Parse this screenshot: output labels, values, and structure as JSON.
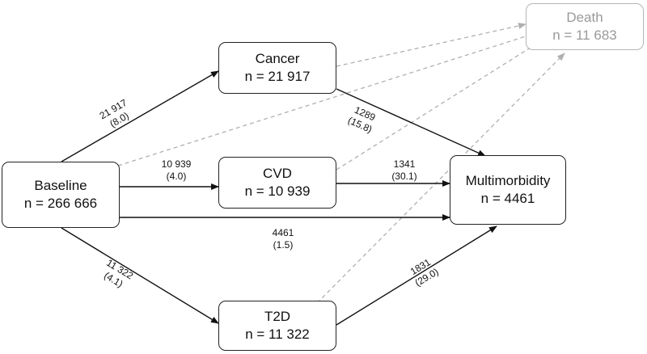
{
  "nodes": {
    "baseline": {
      "name": "Baseline",
      "count": "n = 266 666"
    },
    "cancer": {
      "name": "Cancer",
      "count": "n = 21 917"
    },
    "cvd": {
      "name": "CVD",
      "count": "n = 10 939"
    },
    "t2d": {
      "name": "T2D",
      "count": "n = 11 322"
    },
    "multimorbidity": {
      "name": "Multimorbidity",
      "count": "n = 4461"
    },
    "death": {
      "name": "Death",
      "count": "n = 11 683"
    }
  },
  "edges": {
    "baseline_cancer": {
      "n": "21 917",
      "pct": "(8.0)"
    },
    "baseline_cvd": {
      "n": "10 939",
      "pct": "(4.0)"
    },
    "baseline_multimorbidity": {
      "n": "4461",
      "pct": "(1.5)"
    },
    "baseline_t2d": {
      "n": "11 322",
      "pct": "(4.1)"
    },
    "cancer_multimorbidity": {
      "n": "1289",
      "pct": "(15.8)"
    },
    "cvd_multimorbidity": {
      "n": "1341",
      "pct": "(30.1)"
    },
    "t2d_multimorbidity": {
      "n": "1831",
      "pct": "(29.0)"
    }
  },
  "colors": {
    "solid_arrow": "#111111",
    "dashed_arrow": "#b0b0b0",
    "death_box": "#b5b5b5"
  }
}
